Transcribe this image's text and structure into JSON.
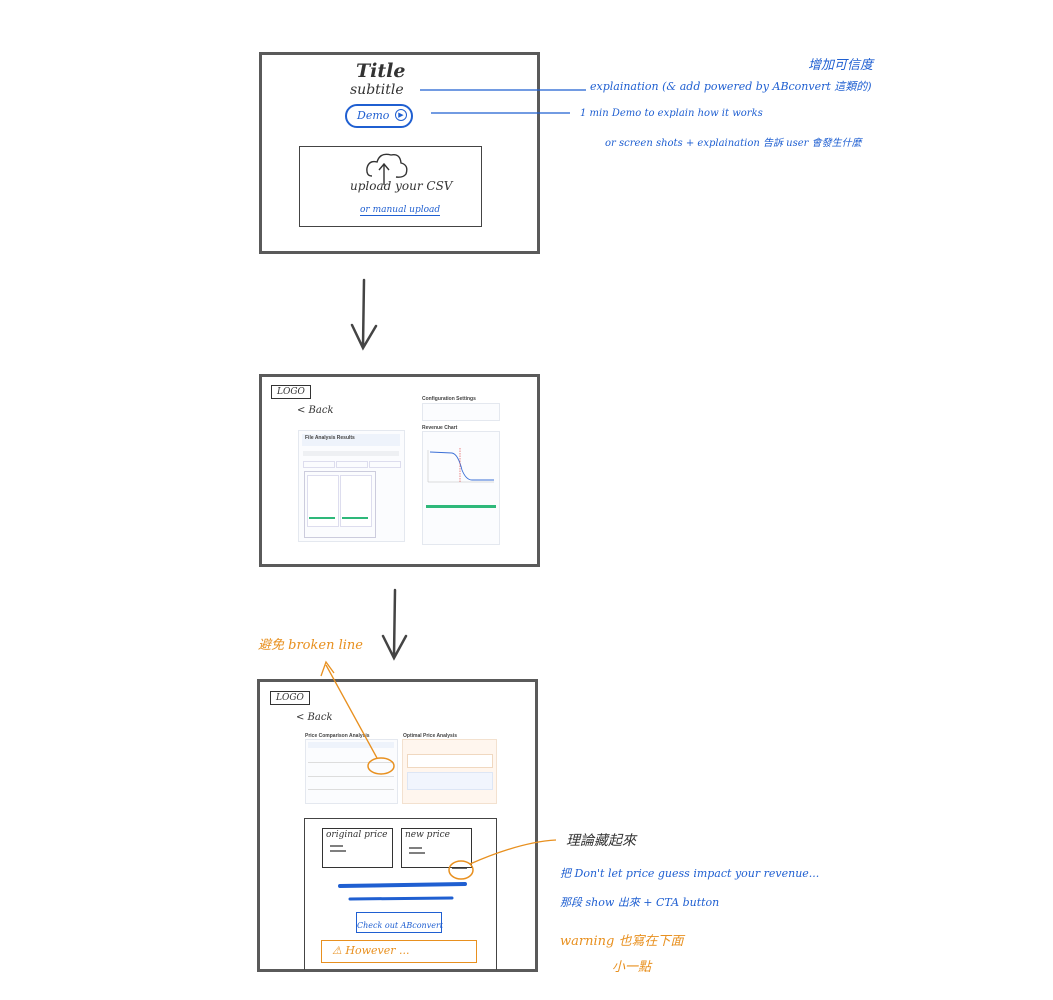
{
  "frame1": {
    "title": "Title",
    "subtitle": "subtitle",
    "demo_button": "Demo",
    "upload_label": "upload your CSV",
    "manual_link": "or manual upload"
  },
  "notes1": {
    "trust_zh": "增加可信度",
    "explanation": "explaination (& add powered by ABconvert 這類的)",
    "demo_note": "1 min Demo to explain how it works",
    "screenshot_note": "or screen shots + explaination 告訴 user 會發生什麼"
  },
  "frame2": {
    "logo": "LOGO",
    "back": "< Back",
    "left_panel_title": "File Analysis Results",
    "right_title_1": "Configuration Settings",
    "right_title_2": "Revenue Chart"
  },
  "frame3": {
    "logo": "LOGO",
    "back": "< Back",
    "table_title": "Price Comparison Analysis",
    "optimal_title": "Optimal Price Analysis",
    "original_price": "original price",
    "new_price": "new price",
    "cta_button": "Check out ABconvert",
    "warning": "⚠ However ..."
  },
  "notes3": {
    "broken_line": "避免 broken line",
    "theory_hide": "理論藏起來",
    "dont_let": "把 Don't let price guess impact your revenue...",
    "show_cta": "那段 show 出來 + CTA button",
    "warning_note": "warning 也寫在下面",
    "warning_note2": "小一點"
  },
  "colors": {
    "blue": "#1f5fd1",
    "orange": "#e8901f",
    "frame": "#5a5a5a"
  }
}
